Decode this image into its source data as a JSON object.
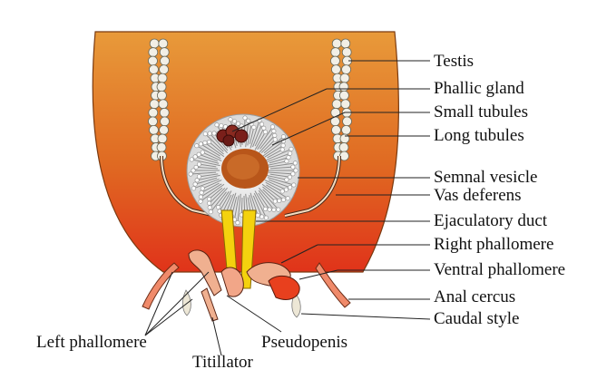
{
  "labels": {
    "testis": "Testis",
    "phallic_gland": "Phallic gland",
    "small_tubules": "Small tubules",
    "long_tubules": "Long tubules",
    "seminal_vesicle": "Semnal vesicle",
    "vas_deferens": "Vas deferens",
    "ejaculatory_duct": "Ejaculatory duct",
    "right_phallomere": "Right phallomere",
    "ventral_phallomere": "Ventral phallomere",
    "anal_cercus": "Anal cercus",
    "caudal_style": "Caudal style",
    "left_phallomere": "Left phallomere",
    "pseudopenis": "Pseudopenis",
    "titillator": "Titillator"
  },
  "colors": {
    "abdomen_top": "#e0852e",
    "abdomen_bottom": "#e23a16",
    "ejaculatory_duct": "#f4d20e",
    "vesicle_center": "#b8561a",
    "testis_follicle": "#f2efe6",
    "phallic_gland": "#7a1f1a"
  }
}
